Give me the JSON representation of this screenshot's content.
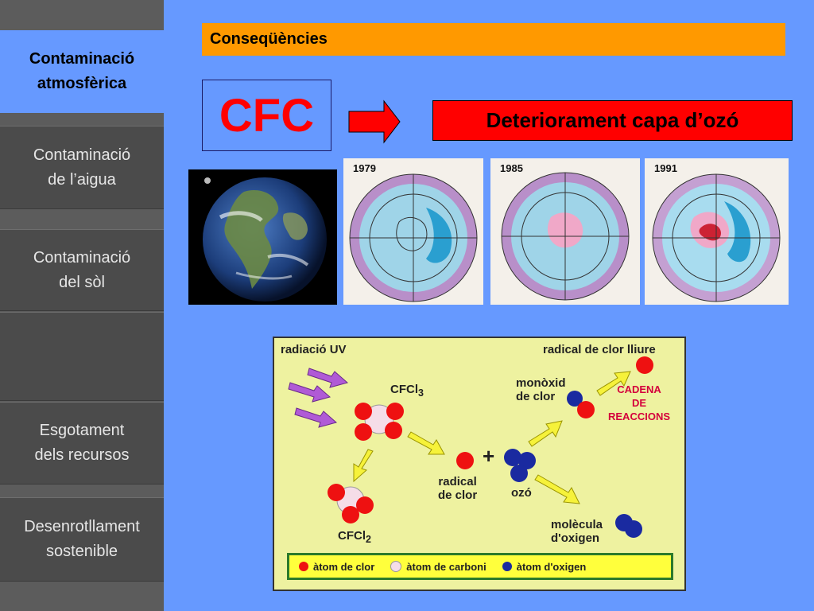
{
  "sidebar": {
    "items": [
      {
        "label": "Contaminació\natmosfèrica",
        "active": true
      },
      {
        "label": "Contaminació\nde l’aigua",
        "active": false
      },
      {
        "label": "Contaminació\ndel sòl",
        "active": false
      },
      {
        "label": "",
        "active": false
      },
      {
        "label": "Esgotament\ndels recursos",
        "active": false
      },
      {
        "label": "Desenrotllament\nsostenible",
        "active": false
      }
    ]
  },
  "header": {
    "title": "Conseqüències"
  },
  "main": {
    "cause": "CFC",
    "effect": "Deteriorament capa d’ozó",
    "ozone_maps": [
      {
        "year": "1979"
      },
      {
        "year": "1985"
      },
      {
        "year": "1991"
      }
    ]
  },
  "diagram": {
    "uv_label": "radiació UV",
    "cfcl3_label": "CFCl",
    "cfcl3_sub": "3",
    "cfcl2_label": "CFCl",
    "cfcl2_sub": "2",
    "radical_label": "radical\nde clor",
    "ozone_label": "ozó",
    "monoxide_label": "monòxid\nde clor",
    "free_radical_label": "radical de clor lliure",
    "chain_label": "CADENA\nDE\nREACCIONS",
    "oxygen_label": "molècula\nd'oxigen",
    "plus": "+",
    "legend": [
      {
        "label": "àtom de clor",
        "color": "#ee1111"
      },
      {
        "label": "àtom de carboni",
        "color": "#f5dde8"
      },
      {
        "label": "àtom d'oxigen",
        "color": "#1a2aa0"
      }
    ]
  }
}
